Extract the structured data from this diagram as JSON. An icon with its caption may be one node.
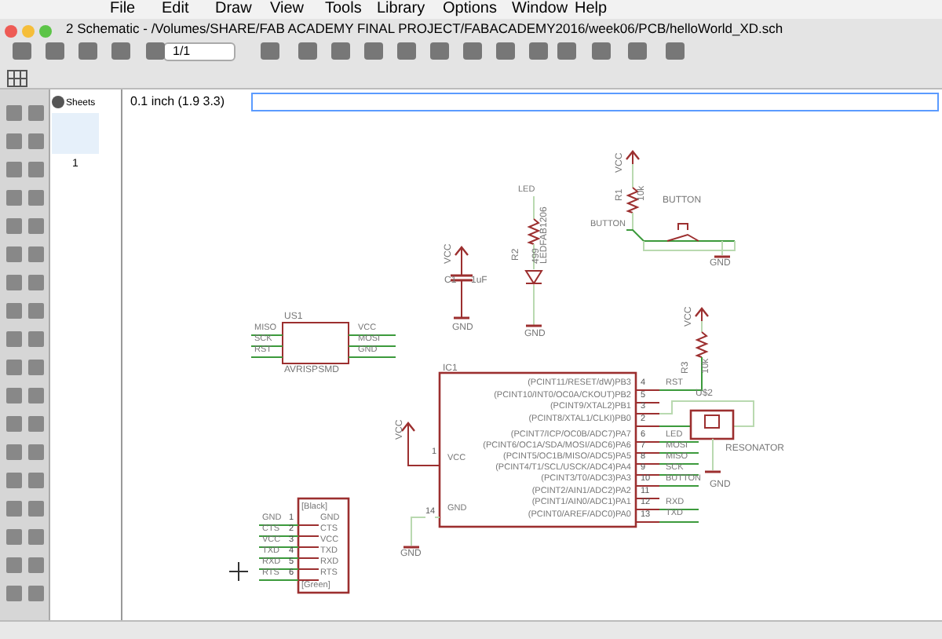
{
  "diagram": {
    "labels": [
      "File",
      "Edit",
      "Draw",
      "View",
      "Tools",
      "Library",
      "Options",
      "Window",
      "Help",
      "2 Schematic - /Volumes/SHARE/FAB ACADEMY FINAL PROJECT/FABACADEMY2016/week06/PCB/helloWorld_XD.sch",
      "1/1",
      "Sheets",
      "0.1 inch (1.9 3.3)",
      "1",
      "VCC",
      "R1",
      "10k",
      "BUTTON",
      "BUTTON",
      "GND",
      "LED",
      "R2",
      "499",
      "LEDFAB1206",
      "GND",
      "VCC",
      "C1",
      "1uF",
      "GND",
      "US1",
      "MISO",
      "SCK",
      "RST",
      "VCC",
      "MOSI",
      "GND",
      "AVRISPSMD",
      "VCC",
      "R3",
      "10k",
      "IC1",
      "(PCINT11/RESET/dW)PB3",
      "(PCINT10/INT0/OC0A/CKOUT)PB2",
      "(PCINT9/XTAL2)PB1",
      "(PCINT8/XTAL1/CLKI)PB0",
      "(PCINT7/ICP/OC0B/ADC7)PA7",
      "(PCINT6/OC1A/SDA/MOSI/ADC6)PA6",
      "(PCINT5/OC1B/MISO/ADC5)PA5",
      "(PCINT4/T1/SCL/USCK/ADC4)PA4",
      "(PCINT3/T0/ADC3)PA3",
      "(PCINT2/AIN1/ADC2)PA2",
      "(PCINT1/AIN0/ADC1)PA1",
      "(PCINT0/AREF/ADC0)PA0",
      "VCC",
      "GND",
      "4",
      "5",
      "3",
      "2",
      "6",
      "7",
      "8",
      "9",
      "10",
      "11",
      "12",
      "13",
      "1",
      "14",
      "RST",
      "LED",
      "MOSI",
      "MISO",
      "SCK",
      "BUTTON",
      "RXD",
      "TXD",
      "U$2",
      "RESONATOR",
      "GND",
      "VCC",
      "GND",
      "[Black]",
      "GND",
      "CTS",
      "VCC",
      "TXD",
      "RXD",
      "RTS",
      "[Green]",
      "GND",
      "CTS",
      "VCC",
      "TXD",
      "RXD",
      "RTS",
      "1",
      "2",
      "3",
      "4",
      "5",
      "6"
    ]
  }
}
